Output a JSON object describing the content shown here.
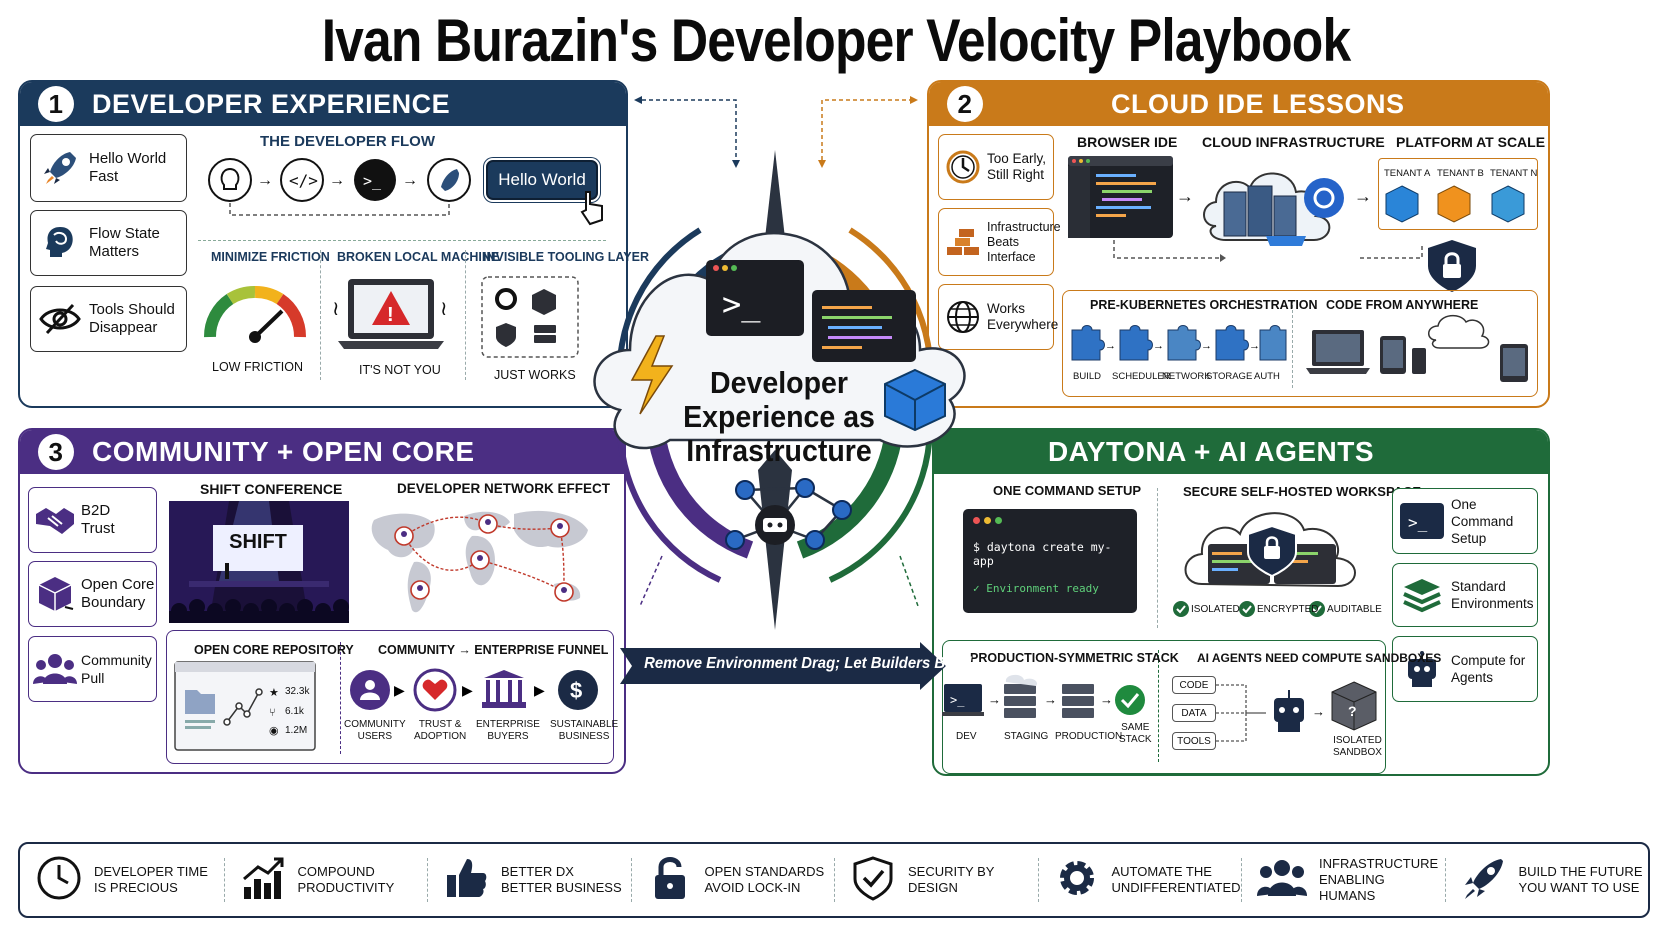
{
  "title": "Ivan Burazin's Developer Velocity Playbook",
  "colors": {
    "p1": "#1b3a5c",
    "p2": "#c97a1a",
    "p3": "#4b2e83",
    "p4": "#1f6b3a",
    "dark": "#1b2a45"
  },
  "p1": {
    "num": "1",
    "title": "DEVELOPER EXPERIENCE",
    "cards": [
      "Hello World\nFast",
      "Flow State\nMatters",
      "Tools Should\nDisappear"
    ],
    "flow_label": "THE DEVELOPER FLOW",
    "hello_btn": "Hello World",
    "sub1": "MINIMIZE FRICTION",
    "sub2": "BROKEN LOCAL MACHINE",
    "sub3": "INVISIBLE TOOLING LAYER",
    "cap1": "LOW FRICTION",
    "cap2": "IT'S NOT YOU",
    "cap3": "JUST WORKS"
  },
  "p2": {
    "num": "2",
    "title": "CLOUD IDE LESSONS",
    "cards": [
      "Too Early,\nStill Right",
      "Infrastructure\nBeats\nInterface",
      "Works\nEverywhere"
    ],
    "h1": "BROWSER IDE",
    "h2": "CLOUD INFRASTRUCTURE",
    "h3": "PLATFORM AT SCALE",
    "tenants": [
      "TENANT A",
      "TENANT B",
      "TENANT N"
    ],
    "orch_label": "PRE-KUBERNETES ORCHESTRATION",
    "orch_items": [
      "BUILD",
      "SCHEDULER",
      "NETWORK",
      "STORAGE",
      "AUTH"
    ],
    "anywhere_label": "CODE FROM ANYWHERE"
  },
  "p3": {
    "num": "3",
    "title": "COMMUNITY + OPEN CORE",
    "cards": [
      "B2D\nTrust",
      "Open Core\nBoundary",
      "Community\nPull"
    ],
    "shift_label": "SHIFT CONFERENCE",
    "shift_sign": "SHIFT",
    "network_label": "DEVELOPER NETWORK EFFECT",
    "repo_label": "OPEN CORE REPOSITORY",
    "repo_stats": [
      "32.3k",
      "6.1k",
      "1.2M"
    ],
    "funnel_label": "COMMUNITY → ENTERPRISE FUNNEL",
    "funnel": [
      "COMMUNITY\nUSERS",
      "TRUST &\nADOPTION",
      "ENTERPRISE\nBUYERS",
      "SUSTAINABLE\nBUSINESS"
    ]
  },
  "p4": {
    "title": "DAYTONA + AI AGENTS",
    "cmd_label": "ONE COMMAND SETUP",
    "cmd": "$ daytona create my-app",
    "cmd_ok": "✓ Environment ready",
    "secure_label": "SECURE SELF-HOSTED WORKSPACE",
    "checks": [
      "ISOLATED",
      "ENCRYPTED",
      "AUDITABLE"
    ],
    "cards": [
      "One Command\nSetup",
      "Standard\nEnvironments",
      "Compute for\nAgents"
    ],
    "stack_label": "PRODUCTION-SYMMETRIC STACK",
    "stack": [
      "DEV",
      "STAGING",
      "PRODUCTION",
      "SAME\nSTACK"
    ],
    "agents_label": "AI AGENTS NEED COMPUTE SANDBOXES",
    "inputs": [
      "CODE",
      "DATA",
      "TOOLS"
    ],
    "sandbox": "ISOLATED\nSANDBOX"
  },
  "center": {
    "title": "Developer\nExperience as\nInfrastructure",
    "banner": "Remove Environment Drag; Let Builders Build"
  },
  "bottom": [
    {
      "icon": "clock-icon",
      "text": "DEVELOPER TIME\nIS PRECIOUS"
    },
    {
      "icon": "growth-chart-icon",
      "text": "COMPOUND\nPRODUCTIVITY"
    },
    {
      "icon": "thumbs-up-icon",
      "text": "BETTER DX\nBETTER BUSINESS"
    },
    {
      "icon": "unlock-icon",
      "text": "OPEN STANDARDS\nAVOID LOCK-IN"
    },
    {
      "icon": "shield-check-icon",
      "text": "SECURITY BY\nDESIGN"
    },
    {
      "icon": "gear-icon",
      "text": "AUTOMATE THE\nUNDIFFERENTIATED"
    },
    {
      "icon": "people-icon",
      "text": "INFRASTRUCTURE\nENABLING HUMANS"
    },
    {
      "icon": "rocket-icon",
      "text": "BUILD THE FUTURE\nYOU WANT TO USE"
    }
  ]
}
